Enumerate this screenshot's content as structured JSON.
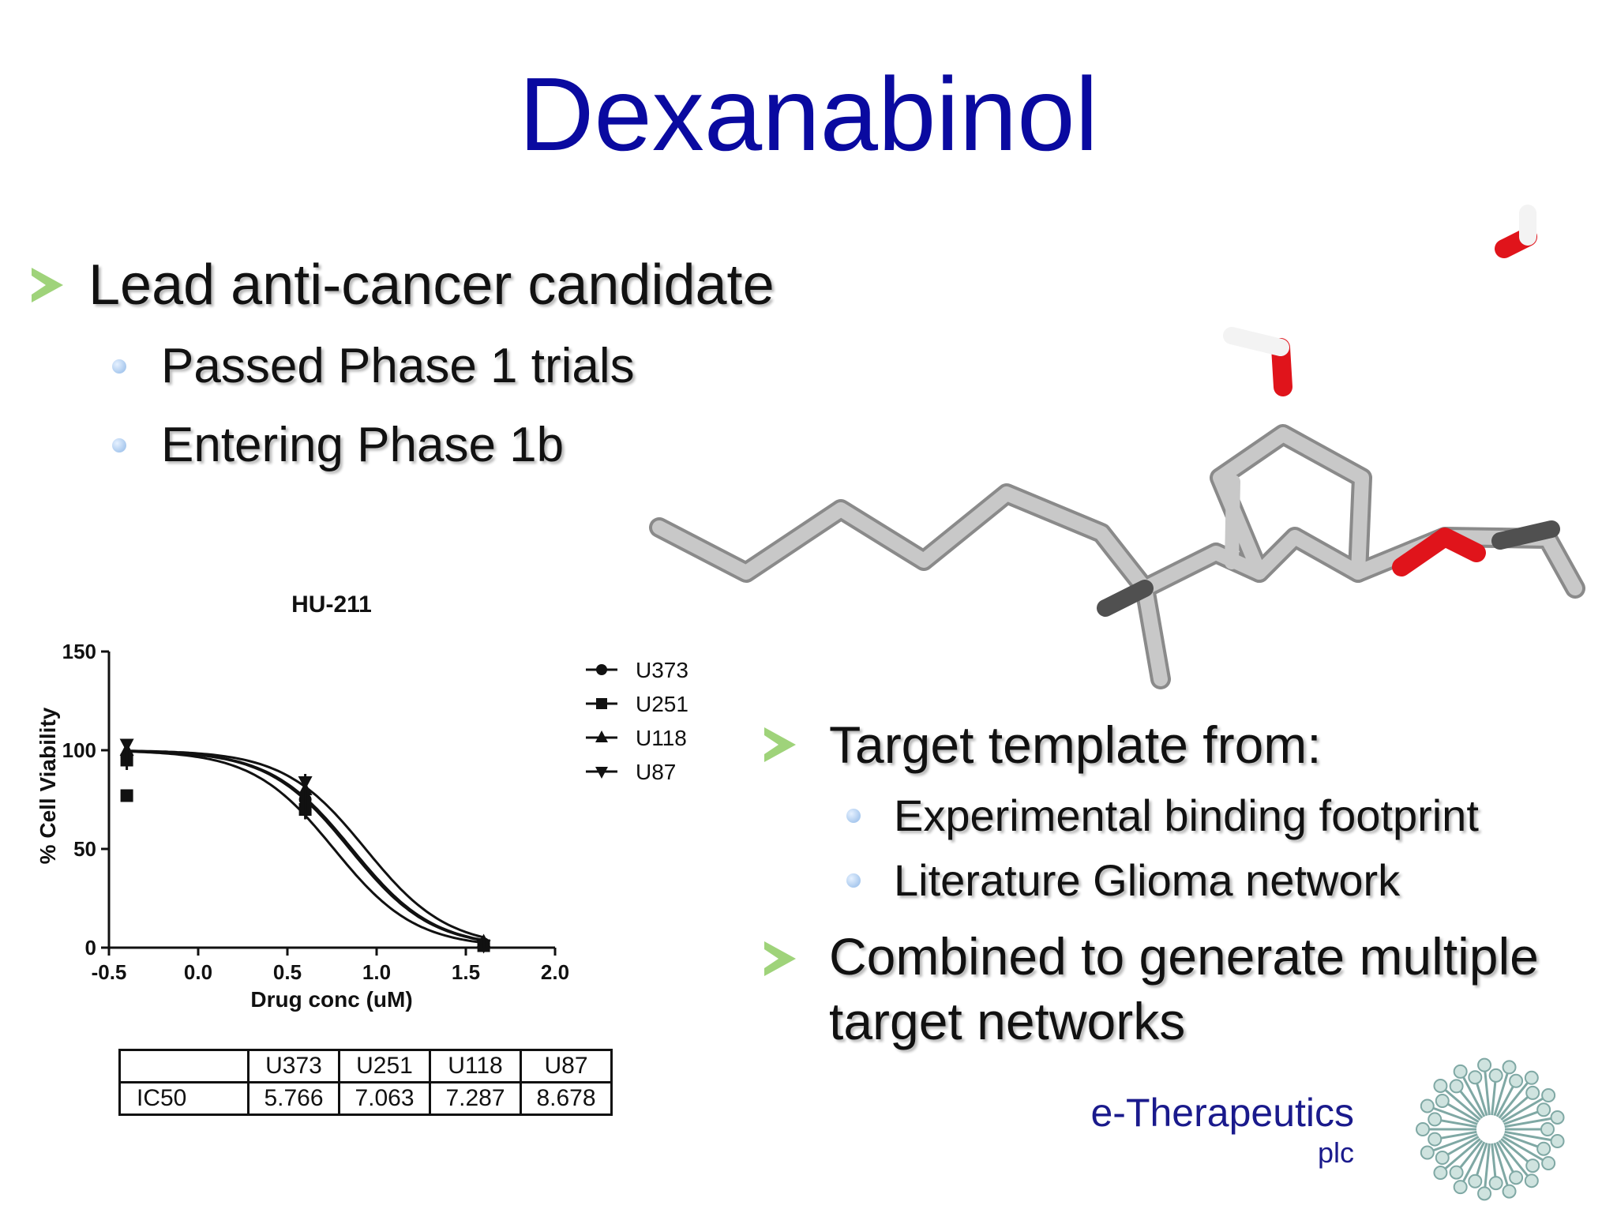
{
  "slide": {
    "title": "Dexanabinol",
    "bullets_top": [
      {
        "text": "Lead anti-cancer candidate",
        "sub": [
          "Passed Phase 1 trials",
          "Entering Phase 1b"
        ]
      }
    ],
    "bullets_right": [
      {
        "text": "Target template from:",
        "sub": [
          "Experimental binding footprint",
          "Literature Glioma network"
        ]
      },
      {
        "lines": [
          "Combined to generate multiple",
          "target networks"
        ]
      }
    ]
  },
  "chart_data": {
    "type": "line",
    "title": "HU-211",
    "xlabel": "Drug conc (uM)",
    "ylabel": "% Cell Viability",
    "xlim": [
      -0.5,
      2.0
    ],
    "ylim": [
      0,
      150
    ],
    "xticks": [
      "-0.5",
      "0.0",
      "0.5",
      "1.0",
      "1.5",
      "2.0"
    ],
    "yticks": [
      "0",
      "50",
      "100",
      "150"
    ],
    "legend_position": "right",
    "series": [
      {
        "name": "U373",
        "marker": "circle",
        "ic50_log": 0.761,
        "points": [
          [
            -0.4,
            97
          ],
          [
            0.6,
            75
          ],
          [
            1.6,
            2
          ]
        ]
      },
      {
        "name": "U251",
        "marker": "square",
        "ic50_log": 0.849,
        "points": [
          [
            -0.4,
            77
          ],
          [
            -0.4,
            95
          ],
          [
            0.6,
            70
          ],
          [
            1.6,
            1
          ]
        ]
      },
      {
        "name": "U118",
        "marker": "triangle-up",
        "ic50_log": 0.862,
        "points": [
          [
            -0.4,
            100
          ],
          [
            0.6,
            80
          ],
          [
            1.6,
            3
          ]
        ]
      },
      {
        "name": "U87",
        "marker": "triangle-down",
        "ic50_log": 0.938,
        "points": [
          [
            -0.4,
            103
          ],
          [
            0.6,
            84
          ],
          [
            1.6,
            1
          ]
        ]
      }
    ]
  },
  "ic50_table": {
    "row_label": "IC50",
    "columns": [
      "U373",
      "U251",
      "U118",
      "U87"
    ],
    "values": [
      "5.766",
      "7.063",
      "7.287",
      "8.678"
    ]
  },
  "brand": {
    "name": "e-Therapeutics",
    "suffix": "plc"
  },
  "colors": {
    "title": "#0a0aa0",
    "bullet_arrow": "#9fd37a",
    "brand": "#1a1a8c",
    "oxygen": "#e0141b",
    "carbon": "#bdbdbd"
  }
}
